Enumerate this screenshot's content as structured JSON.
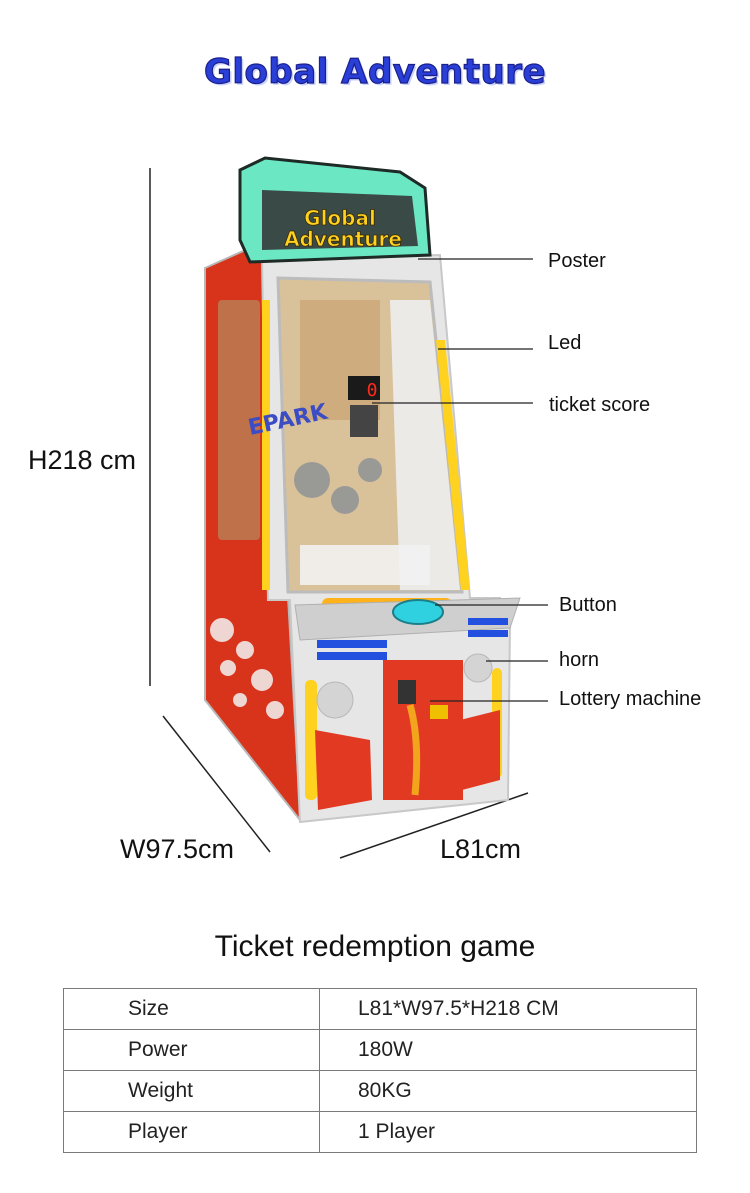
{
  "title": "Global Adventure",
  "machine": {
    "poster_text": [
      "Global",
      "Adventure"
    ],
    "brand_logo": "EPARK",
    "score_display": "0"
  },
  "dimensions": {
    "height": "H218 cm",
    "width": "W97.5cm",
    "length": "L81cm"
  },
  "callouts": [
    {
      "label": "Poster"
    },
    {
      "label": "Led"
    },
    {
      "label": "ticket score"
    },
    {
      "label": "Button"
    },
    {
      "label": "horn"
    },
    {
      "label": "Lottery machine"
    }
  ],
  "product_type": "Ticket redemption game",
  "specs": [
    {
      "key": "Size",
      "value": "L81*W97.5*H218 CM"
    },
    {
      "key": "Power",
      "value": "180W"
    },
    {
      "key": "Weight",
      "value": "80KG"
    },
    {
      "key": "Player",
      "value": "1 Player"
    }
  ],
  "colors": {
    "title_blue": "#2a3fd8",
    "cabinet_red": "#d8341c",
    "cabinet_white": "#e8e8e8",
    "led_yellow": "#ffd21f",
    "poster_teal": "#5fe0b8"
  }
}
